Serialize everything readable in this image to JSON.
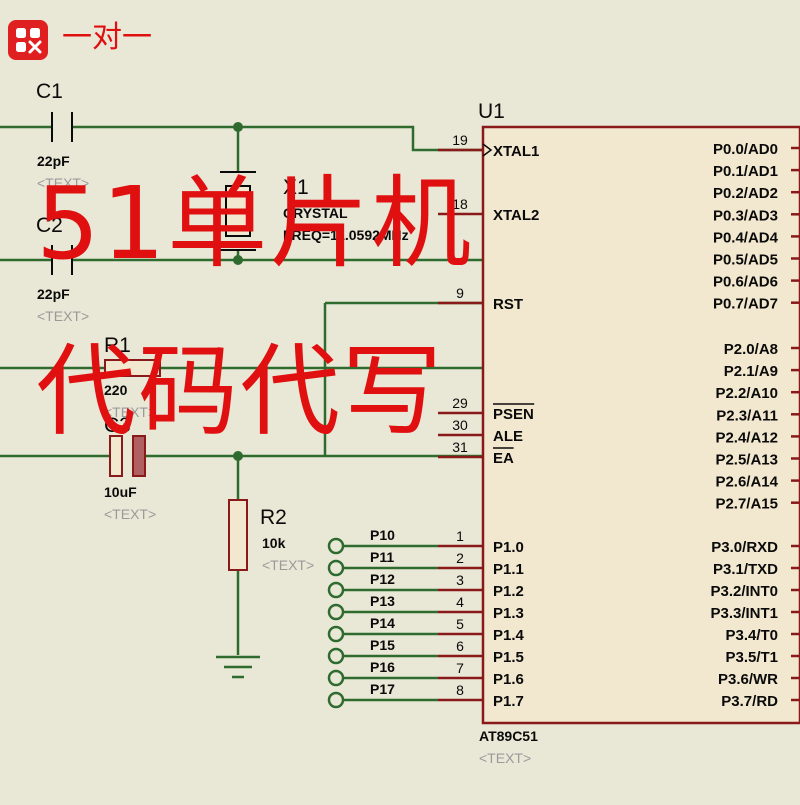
{
  "badge": {
    "text": "一对一"
  },
  "overlay": {
    "line1": "51单片机",
    "line2": "代码代写"
  },
  "colors": {
    "wire": "#2f6b2f",
    "part": "#8a1a1a",
    "chip_fill": "#f2e8cf",
    "text": "#0a0a0a",
    "placeholder": "#9a9a9a",
    "overlay": "#e01010"
  },
  "components": {
    "c1": {
      "ref": "C1",
      "value": "22pF",
      "text": "<TEXT>"
    },
    "c2": {
      "ref": "C2",
      "value": "22pF",
      "text": "<TEXT>"
    },
    "x1": {
      "ref": "X1",
      "type": "CRYSTAL",
      "freq": "FREQ=11.0592MHz"
    },
    "r1": {
      "ref": "R1",
      "value": "220",
      "text": "<TEXT>"
    },
    "c3": {
      "ref": "C3",
      "value": "10uF",
      "text": "<TEXT>"
    },
    "r2": {
      "ref": "R2",
      "value": "10k",
      "text": "<TEXT>"
    },
    "u1": {
      "ref": "U1",
      "part": "AT89C51",
      "text": "<TEXT>"
    }
  },
  "left_pins": [
    {
      "num": "19",
      "name": "XTAL1"
    },
    {
      "num": "18",
      "name": "XTAL2"
    },
    {
      "num": "9",
      "name": "RST"
    },
    {
      "num": "29",
      "name": "PSEN"
    },
    {
      "num": "30",
      "name": "ALE"
    },
    {
      "num": "31",
      "name": "EA"
    },
    {
      "num": "1",
      "name": "P1.0"
    },
    {
      "num": "2",
      "name": "P1.1"
    },
    {
      "num": "3",
      "name": "P1.2"
    },
    {
      "num": "4",
      "name": "P1.3"
    },
    {
      "num": "5",
      "name": "P1.4"
    },
    {
      "num": "6",
      "name": "P1.5"
    },
    {
      "num": "7",
      "name": "P1.6"
    },
    {
      "num": "8",
      "name": "P1.7"
    }
  ],
  "right_pins": [
    "P0.0/AD0",
    "P0.1/AD1",
    "P0.2/AD2",
    "P0.3/AD3",
    "P0.4/AD4",
    "P0.5/AD5",
    "P0.6/AD6",
    "P0.7/AD7",
    "P2.0/A8",
    "P2.1/A9",
    "P2.2/A10",
    "P2.3/A11",
    "P2.4/A12",
    "P2.5/A13",
    "P2.6/A14",
    "P2.7/A15",
    "P3.0/RXD",
    "P3.1/TXD",
    "P3.2/INT0",
    "P3.3/INT1",
    "P3.4/T0",
    "P3.5/T1",
    "P3.6/WR",
    "P3.7/RD"
  ],
  "terminals": [
    "P10",
    "P11",
    "P12",
    "P13",
    "P14",
    "P15",
    "P16",
    "P17"
  ]
}
